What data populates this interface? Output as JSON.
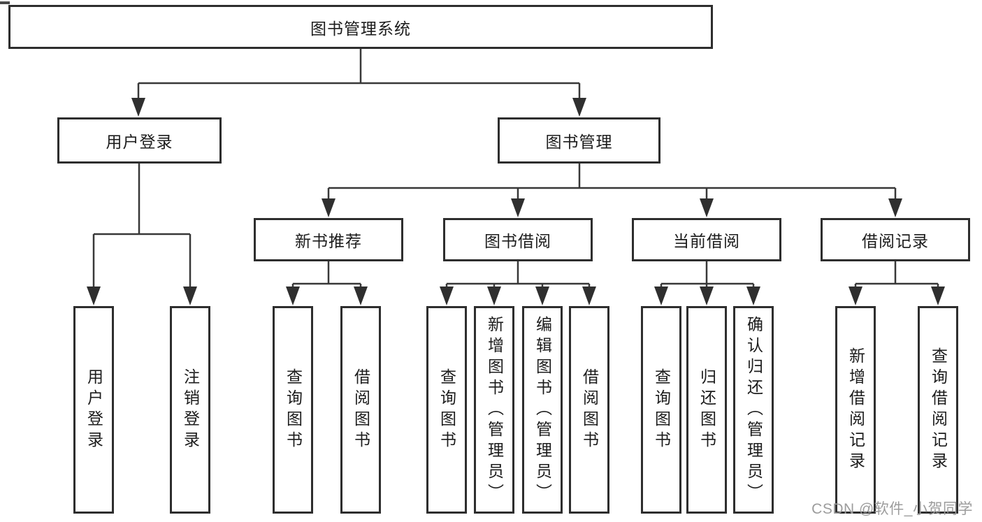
{
  "diagram": {
    "root": {
      "label": "图书管理系统"
    },
    "level2": [
      {
        "label": "用户登录"
      },
      {
        "label": "图书管理"
      }
    ],
    "level3": [
      {
        "label": "新书推荐"
      },
      {
        "label": "图书借阅"
      },
      {
        "label": "当前借阅"
      },
      {
        "label": "借阅记录"
      }
    ],
    "leaves": [
      {
        "label": "用户登录"
      },
      {
        "label": "注销登录"
      },
      {
        "label": "查询图书"
      },
      {
        "label": "借阅图书"
      },
      {
        "label": "查询图书"
      },
      {
        "label": "新增图书（管理员）"
      },
      {
        "label": "编辑图书（管理员）"
      },
      {
        "label": "借阅图书"
      },
      {
        "label": "查询图书"
      },
      {
        "label": "归还图书"
      },
      {
        "label": "确认归还（管理员）"
      },
      {
        "label": "新增借阅记录"
      },
      {
        "label": "查询借阅记录"
      }
    ]
  },
  "watermark": {
    "text": "CSDN @软件_小贺同学"
  },
  "colors": {
    "line": "#383838",
    "arrow": "#2f2f2f",
    "border": "#2e2e2e",
    "text": "#1c1c1c",
    "watermark": "#9c9c9c",
    "background": "#ffffff"
  }
}
